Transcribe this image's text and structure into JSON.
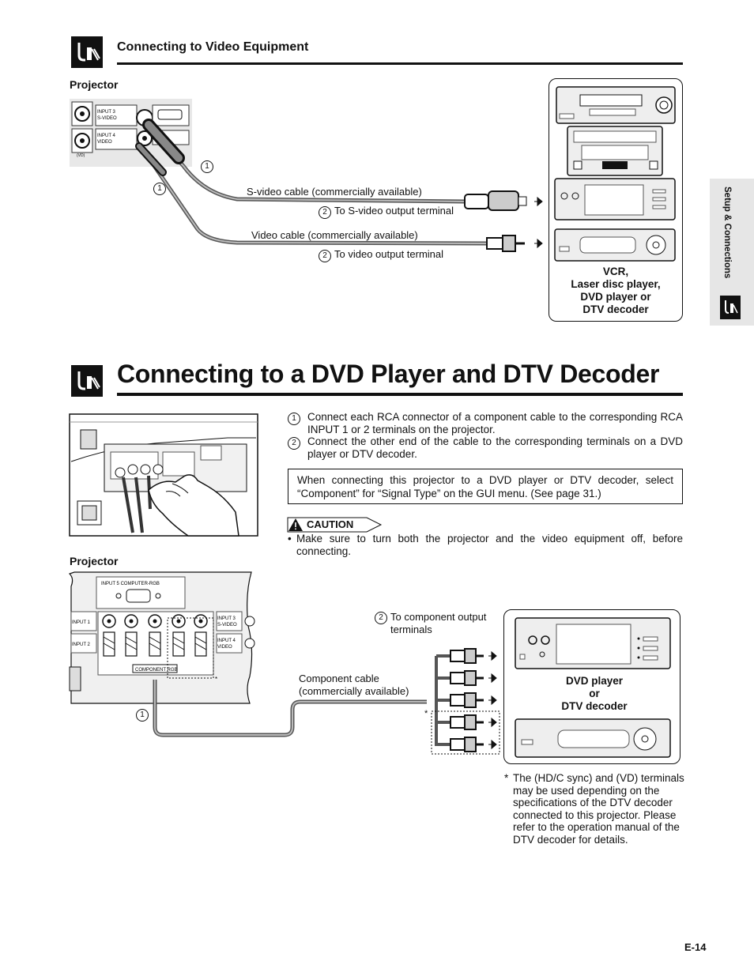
{
  "section1": {
    "title": "Connecting to Video Equipment",
    "projector_label": "Projector",
    "svideo_cable": "S-video cable (commercially available)",
    "svideo_terminal": "To S-video output terminal",
    "video_cable": "Video cable (commercially available)",
    "video_terminal": "To video output terminal",
    "device_label_lines": [
      "VCR,",
      "Laser disc player,",
      "DVD player or",
      "DTV decoder"
    ],
    "port_labels": [
      "INPUT 3",
      "S-VIDEO",
      "INPUT 4",
      "VIDEO",
      "(VD)"
    ]
  },
  "section2": {
    "title": "Connecting to a DVD Player and DTV Decoder",
    "steps": [
      {
        "num": "1",
        "text": "Connect each RCA connector of a component cable to the corresponding RCA INPUT 1 or 2 terminals on the projector."
      },
      {
        "num": "2",
        "text": "Connect the other end of the cable to the corresponding terminals on a DVD player or DTV decoder."
      }
    ],
    "note": "When connecting this projector to a DVD player or DTV decoder, select “Component” for “Signal Type” on the GUI menu. (See page 31.)",
    "caution_label": "CAUTION",
    "caution_text": "Make sure to turn both the projector and the video equipment off, before connecting.",
    "projector_label": "Projector",
    "component_terminal_lines": [
      "To component output",
      "terminals"
    ],
    "component_cable_lines": [
      "Component cable",
      "(commercially available)"
    ],
    "device_label_lines": [
      "DVD player",
      "or",
      "DTV decoder"
    ],
    "port_labels": {
      "input5": "INPUT 5 COMPUTER-RGB",
      "input1": "INPUT 1",
      "input2": "INPUT 2",
      "input3": "INPUT 3",
      "svideo": "S-VIDEO",
      "input4": "INPUT 4",
      "video": "VIDEO",
      "component": "COMPONENT RGB"
    },
    "footnote_mark": "*",
    "footnote": "The (HD/C sync) and (VD) terminals may be used depending on the specifications of the DTV decoder connected to this projector. Please refer to the operation manual of the DTV decoder for details."
  },
  "markers": {
    "one": "1",
    "two": "2",
    "asterisk": "*"
  },
  "side_tab": "Setup & Connections",
  "page_number": "E-14"
}
